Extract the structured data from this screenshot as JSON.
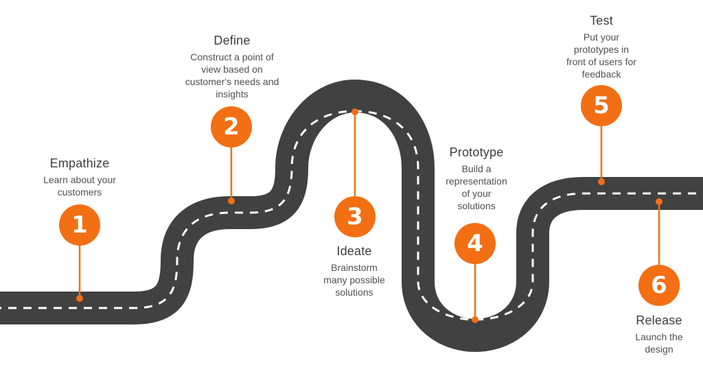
{
  "colors": {
    "road": "#414141",
    "lane_marking": "#ffffff",
    "accent": "#f26f14",
    "title_text": "#3d3d3d",
    "body_text": "#4f4f4f",
    "background": "#ffffff"
  },
  "stages": [
    {
      "number": "1",
      "title": "Empathize",
      "description": "Learn about your customers",
      "lines": [
        "Learn about your",
        "customers"
      ]
    },
    {
      "number": "2",
      "title": "Define",
      "description": "Construct a point of view based on customer's needs and insights",
      "lines": [
        "Construct a point of",
        "view based on",
        "customer's needs and",
        "insights"
      ]
    },
    {
      "number": "3",
      "title": "Ideate",
      "description": "Brainstorm many possible solutions",
      "lines": [
        "Brainstorm",
        "many possible",
        "solutions"
      ]
    },
    {
      "number": "4",
      "title": "Prototype",
      "description": "Build a representation of your solutions",
      "lines": [
        "Build a",
        "representation",
        "of your",
        "solutions"
      ]
    },
    {
      "number": "5",
      "title": "Test",
      "description": "Put your prototypes in front of users for feedback",
      "lines": [
        "Put your",
        "prototypes in",
        "front of users for",
        "feedback"
      ]
    },
    {
      "number": "6",
      "title": "Release",
      "description": "Launch the design",
      "lines": [
        "Launch the",
        "design"
      ]
    }
  ]
}
